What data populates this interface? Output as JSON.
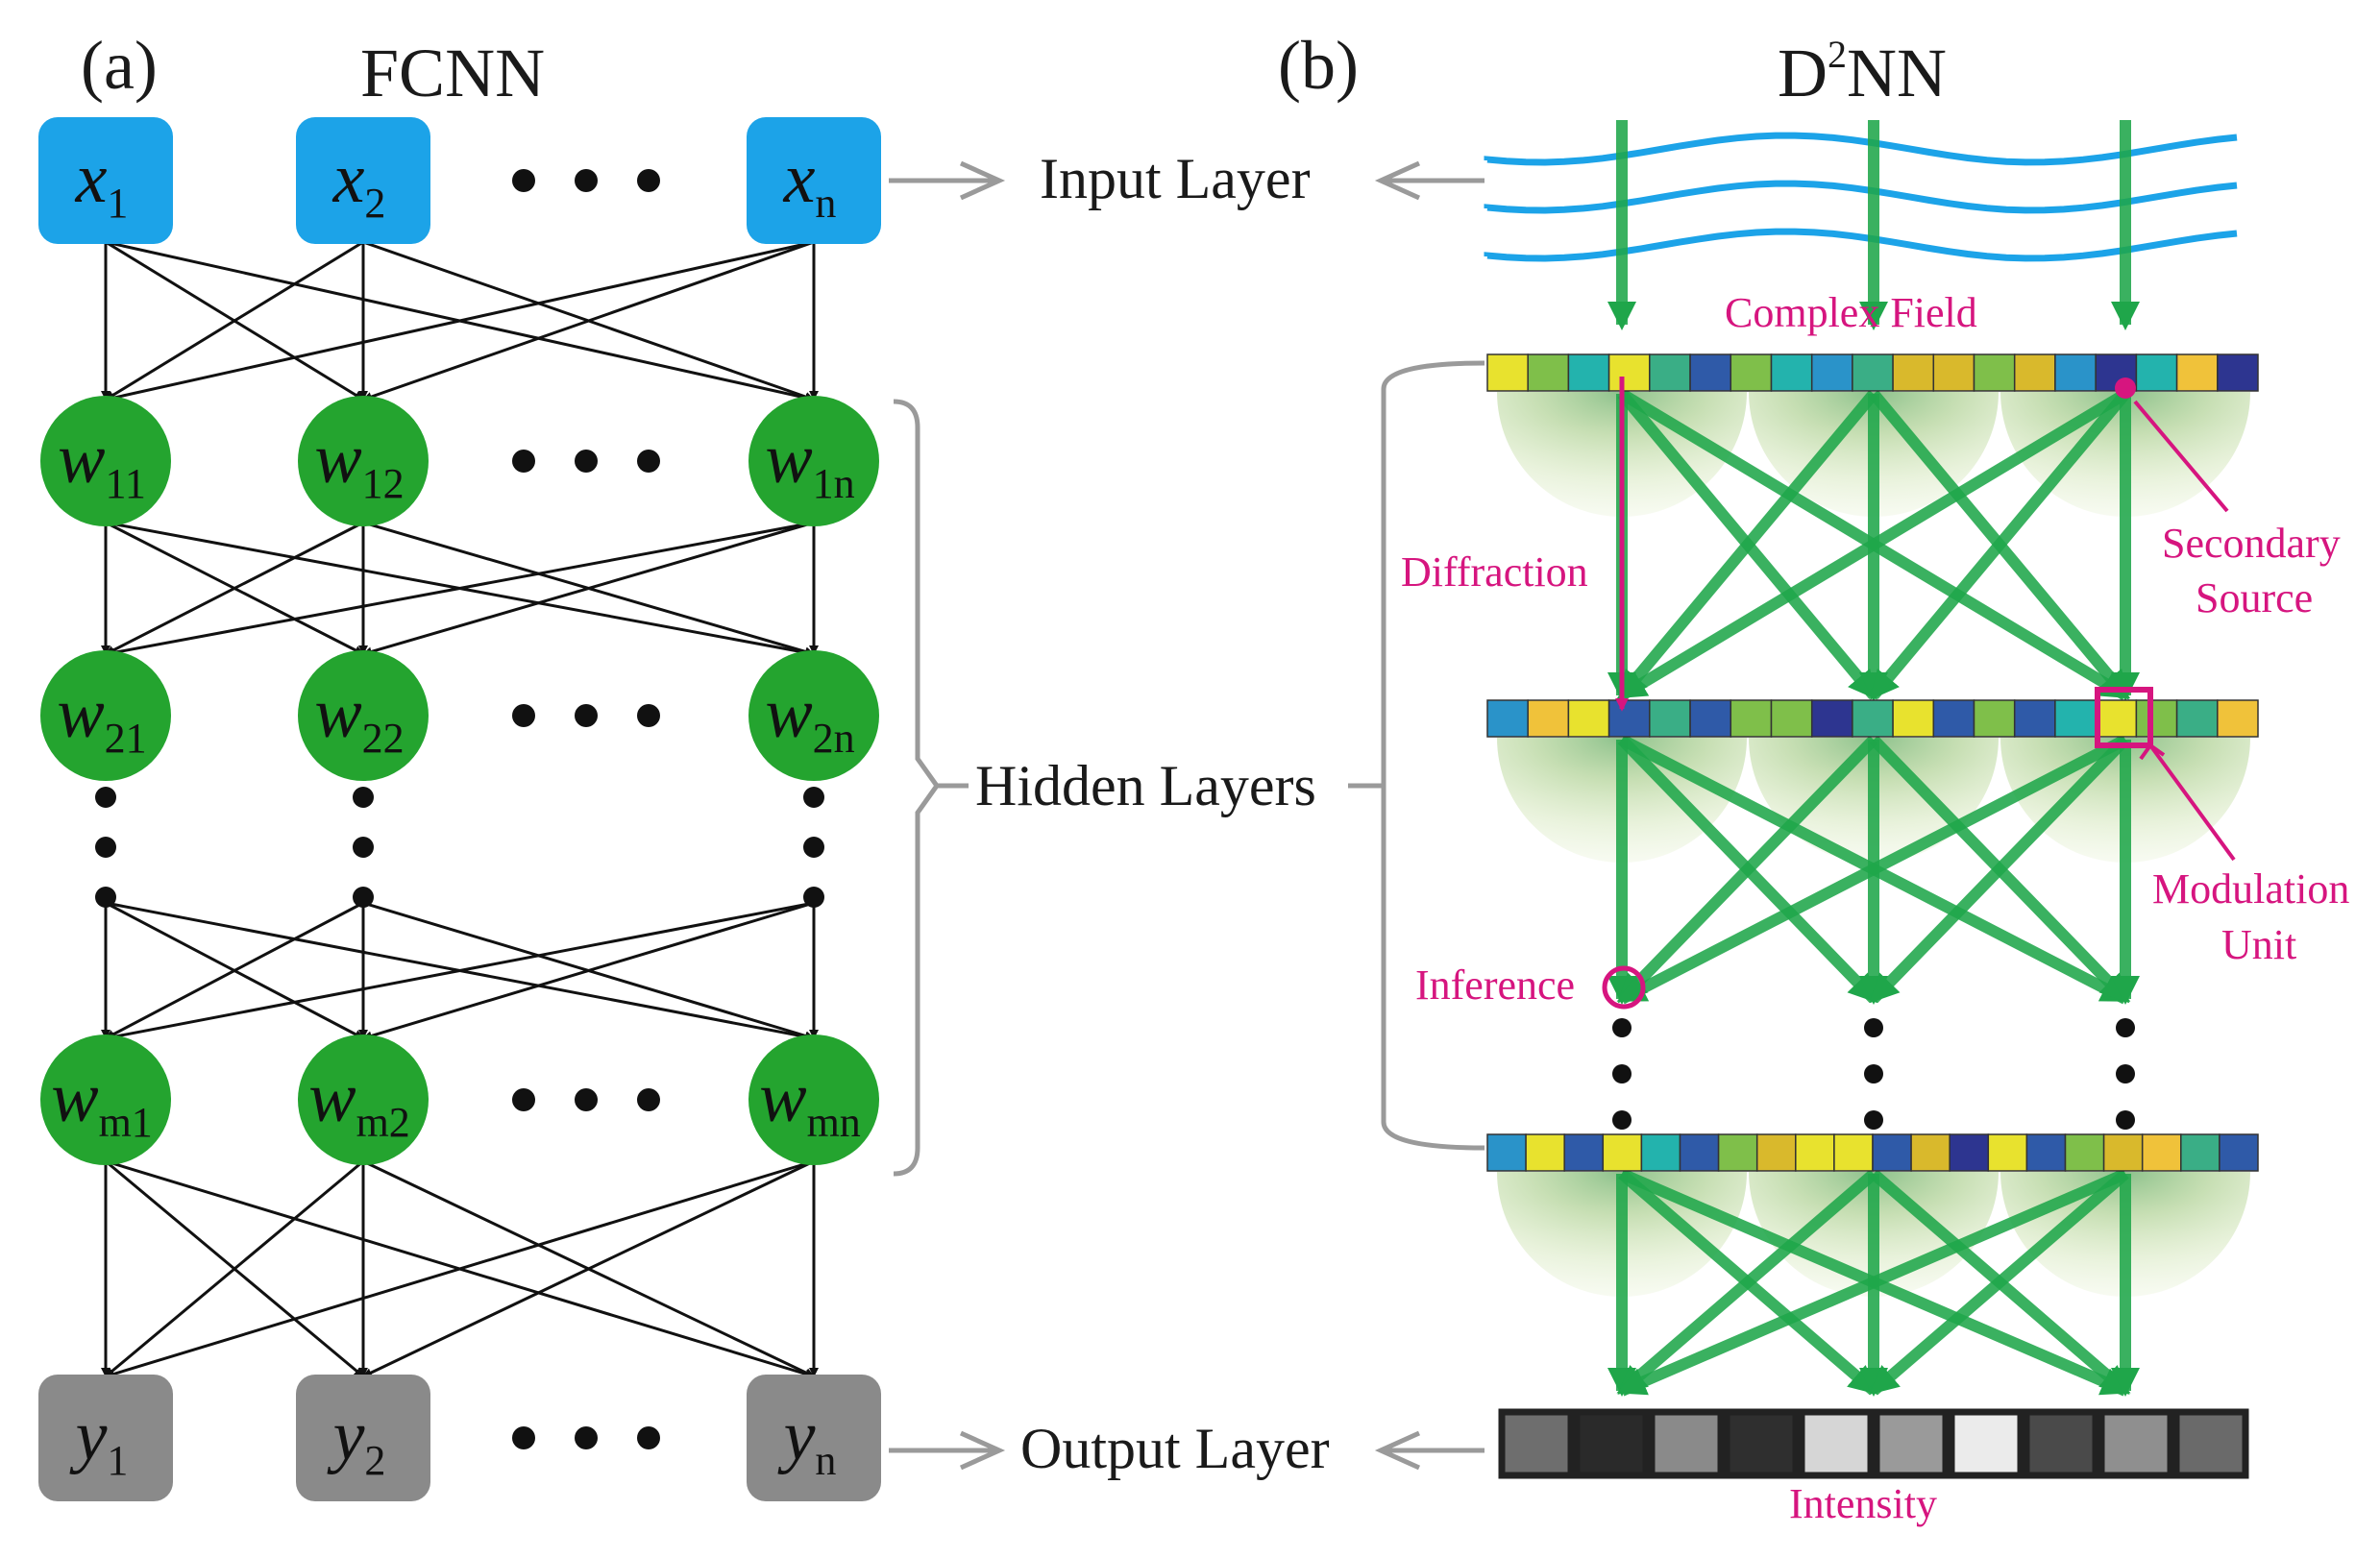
{
  "panel_a": {
    "tag": "(a)",
    "title": "FCNN",
    "input_nodes": [
      {
        "main": "x",
        "sub": "1"
      },
      {
        "main": "x",
        "sub": "2"
      },
      {
        "main": "x",
        "sub": "n"
      }
    ],
    "hidden_rows": [
      [
        {
          "main": "w",
          "sub": "11"
        },
        {
          "main": "w",
          "sub": "12"
        },
        {
          "main": "w",
          "sub": "1n"
        }
      ],
      [
        {
          "main": "w",
          "sub": "21"
        },
        {
          "main": "w",
          "sub": "22"
        },
        {
          "main": "w",
          "sub": "2n"
        }
      ],
      [
        {
          "main": "w",
          "sub": "m1"
        },
        {
          "main": "w",
          "sub": "m2"
        },
        {
          "main": "w",
          "sub": "mn"
        }
      ]
    ],
    "output_nodes": [
      {
        "main": "y",
        "sub": "1"
      },
      {
        "main": "y",
        "sub": "2"
      },
      {
        "main": "y",
        "sub": "n"
      }
    ]
  },
  "center_labels": {
    "input": "Input Layer",
    "hidden": "Hidden Layers",
    "output": "Output Layer"
  },
  "panel_b": {
    "tag": "(b)",
    "title_main": "D",
    "title_sup": "2",
    "title_rest": "NN",
    "complex_field": "Complex Field",
    "diffraction": "Diffraction",
    "secondary_source_line1": "Secondary",
    "secondary_source_line2": "Source",
    "modulation_unit_line1": "Modulation",
    "modulation_unit_line2": "Unit",
    "inference": "Inference",
    "intensity": "Intensity",
    "layer1_colors": [
      "#e8e22e",
      "#7fbf4a",
      "#23b3ad",
      "#e8e22e",
      "#3aae86",
      "#2f5aa8",
      "#7fbf4a",
      "#23b3ad",
      "#2a93c9",
      "#3aae86",
      "#d9b92c",
      "#d9b92c",
      "#7fbf4a",
      "#d9b92c",
      "#2a93c9",
      "#2d3590",
      "#23b3ad",
      "#f0c23a",
      "#2d3590"
    ],
    "layer2_colors": [
      "#2a93c9",
      "#f0c23a",
      "#e8e22e",
      "#2f5aa8",
      "#3aae86",
      "#2f5aa8",
      "#7fbf4a",
      "#7fbf4a",
      "#2d3590",
      "#3aae86",
      "#e8e22e",
      "#2f5aa8",
      "#7fbf4a",
      "#2f5aa8",
      "#23b3ad",
      "#e8e22e",
      "#7fbf4a",
      "#3aae86",
      "#f0c23a"
    ],
    "layer3_colors": [
      "#2a93c9",
      "#e8e22e",
      "#2f5aa8",
      "#e8e22e",
      "#23b3ad",
      "#2f5aa8",
      "#7fbf4a",
      "#d9b92c",
      "#e8e22e",
      "#e8e22e",
      "#2f5aa8",
      "#d9b92c",
      "#2d3590",
      "#e8e22e",
      "#2f5aa8",
      "#7fbf4a",
      "#d9b92c",
      "#f0c23a",
      "#3aae86",
      "#2f5aa8"
    ],
    "intensity_grays": [
      "#6e6e6e",
      "#2a2a2a",
      "#8a8a8a",
      "#2f2f2f",
      "#d6d6d6",
      "#9a9a9a",
      "#ebebeb",
      "#4a4a4a",
      "#8f8f8f",
      "#6a6a6a"
    ]
  },
  "colors": {
    "input_node": "#1ca3e8",
    "hidden_node": "#24a42f",
    "output_node": "#8a8a8a",
    "beam": "#1fa64a",
    "wave": "#1ca3e8",
    "annotation": "#d6157f",
    "bracket": "#9a9a9a"
  }
}
